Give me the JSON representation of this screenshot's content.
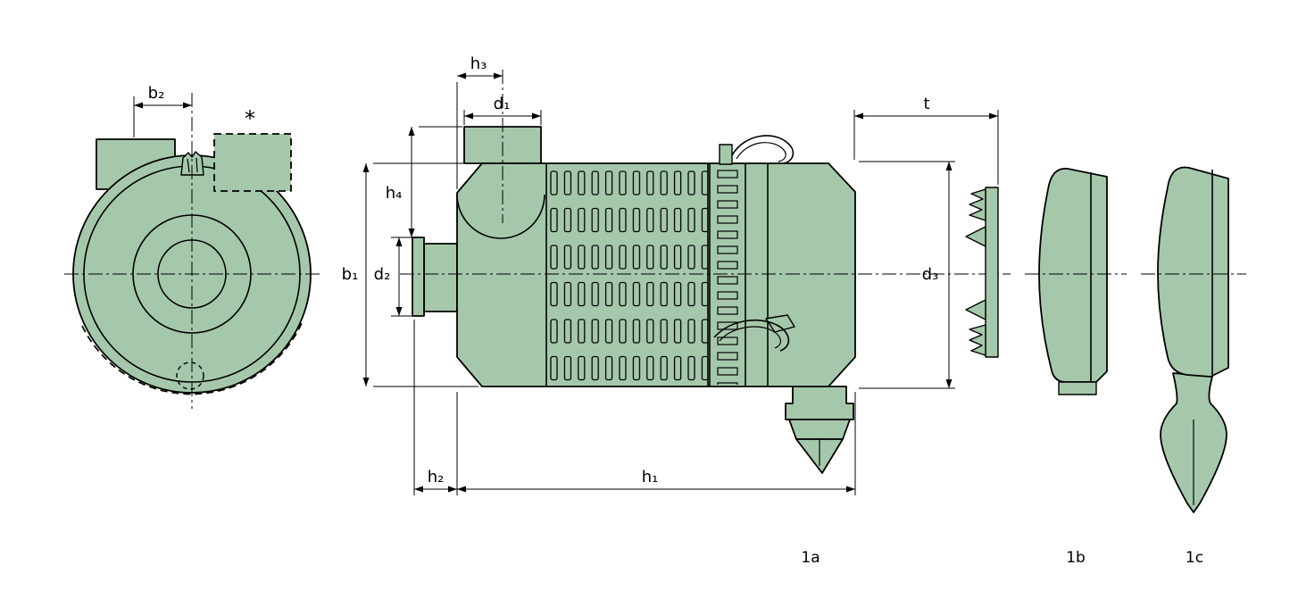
{
  "drawing": {
    "background_color": "#ffffff",
    "part_fill_color": "#a5c8ab",
    "line_color": "#000000",
    "dimension_labels": {
      "b1": "b₁",
      "b2": "b₂",
      "d1": "d₁",
      "d2": "d₂",
      "d3": "d₃",
      "h1": "h₁",
      "h2": "h₂",
      "h3": "h₃",
      "h4": "h₄",
      "t": "t"
    },
    "annotations": {
      "star": "*"
    },
    "part_labels": {
      "assembly": "1a",
      "part_b": "1b",
      "part_c": "1c"
    }
  }
}
